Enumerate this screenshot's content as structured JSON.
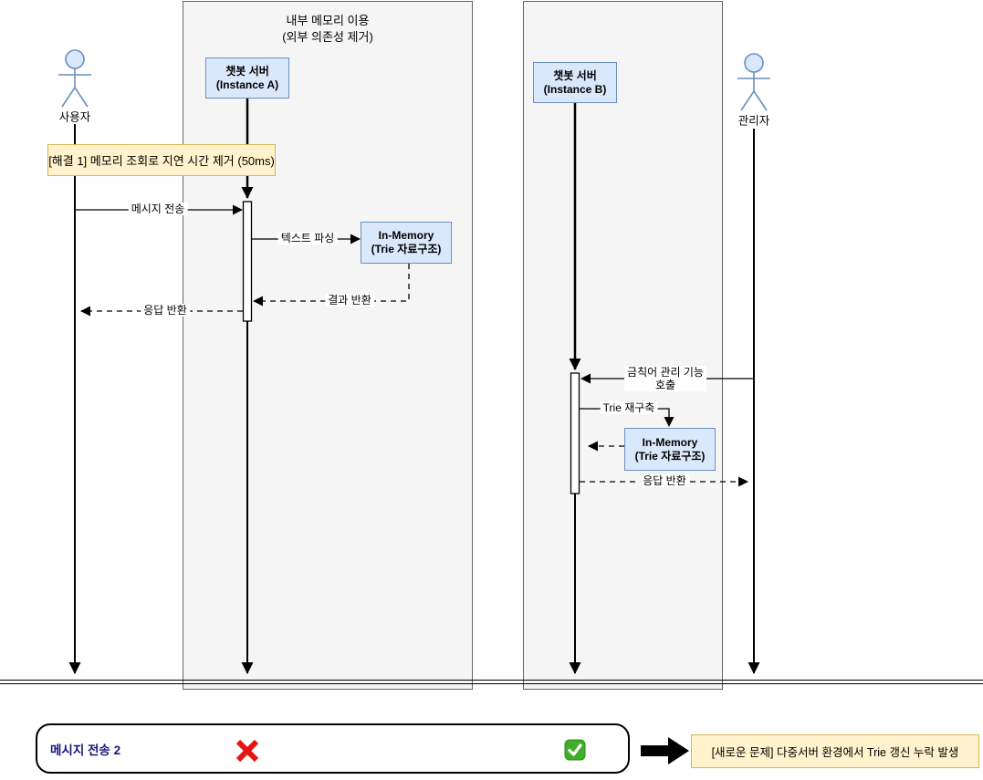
{
  "left_container": {
    "title_line1": "내부 메모리 이용",
    "title_line2": "(외부 의존성 제거)"
  },
  "actors": {
    "user_label": "사용자",
    "admin_label": "관리자"
  },
  "servers": {
    "instance_a": {
      "line1": "챗봇 서버",
      "line2": "(Instance A)"
    },
    "instance_b": {
      "line1": "챗봇 서버",
      "line2": "(Instance B)"
    }
  },
  "memory": {
    "a": {
      "line1": "In-Memory",
      "line2": "(Trie 자료구조)"
    },
    "b": {
      "line1": "In-Memory",
      "line2": "(Trie 자료구조)"
    }
  },
  "notes": {
    "solution1": "[해결 1] 메모리 조회로 지연 시간 제거 (50ms)",
    "new_problem": "[새로운 문제] 다중서버 환경에서 Trie 갱신 누락 발생"
  },
  "messages": {
    "send": "메시지 전송",
    "parse": "텍스트 파싱",
    "result_return": "결과 반환",
    "response_return_left": "응답 반환",
    "admin_call_line1": "금칙어 관리 기능",
    "admin_call_line2": "호출",
    "trie_rebuild": "Trie 재구축",
    "response_return_right": "응답 반환"
  },
  "bottom_bar": {
    "label": "메시지 전송 2"
  },
  "colors": {
    "box_fill": "#dae8fc",
    "box_border": "#6c8ebf",
    "note_fill": "#fff2cc",
    "note_border": "#d6b656",
    "container_fill": "#f5f5f5",
    "container_border": "#666666",
    "fail_red": "#e81313",
    "success_green": "#3fae2a",
    "bottom_label_navy": "#16167b"
  }
}
